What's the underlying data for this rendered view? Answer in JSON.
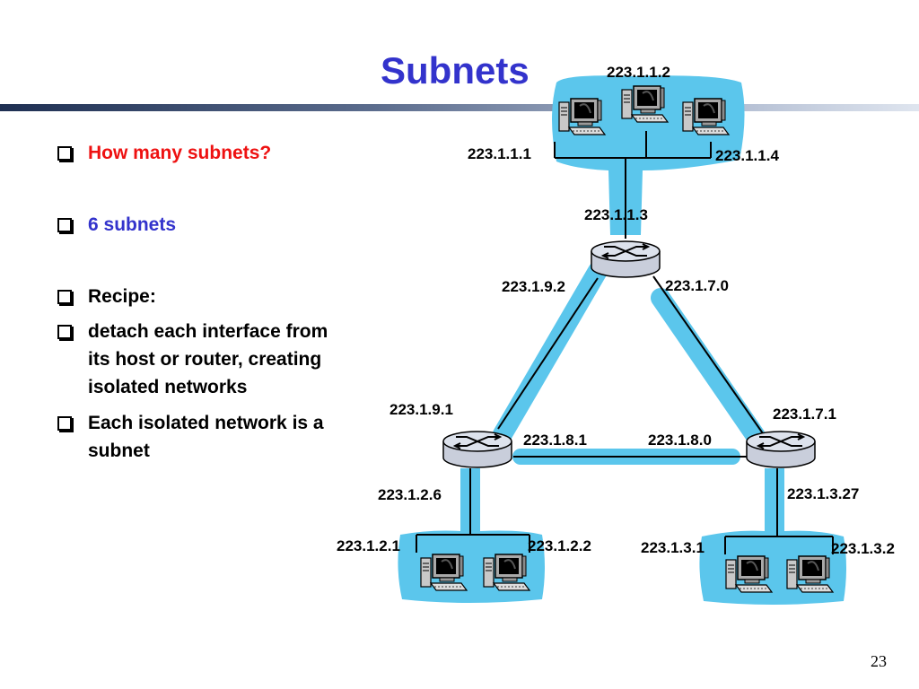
{
  "title": "Subnets",
  "bullets": [
    "How many subnets?",
    "6 subnets",
    "Recipe:",
    "detach each interface from its host or router, creating isolated networks",
    "Each isolated network is a subnet"
  ],
  "labels": {
    "host_1_2": "223.1.1.2",
    "host_1_1": "223.1.1.1",
    "host_1_4": "223.1.1.4",
    "if_1_3": "223.1.1.3",
    "if_9_2": "223.1.9.2",
    "if_7_0": "223.1.7.0",
    "if_9_1": "223.1.9.1",
    "if_7_1": "223.1.7.1",
    "if_8_1": "223.1.8.1",
    "if_8_0": "223.1.8.0",
    "if_2_6": "223.1.2.6",
    "if_3_27": "223.1.3.27",
    "host_2_1": "223.1.2.1",
    "host_2_2": "223.1.2.2",
    "host_3_1": "223.1.3.1",
    "host_3_2": "223.1.3.2"
  },
  "page_number": "23",
  "colors": {
    "title": "#3333cc",
    "question": "#ee1111",
    "answer": "#3333cc",
    "subnet_highlight": "#5bc6ec"
  }
}
